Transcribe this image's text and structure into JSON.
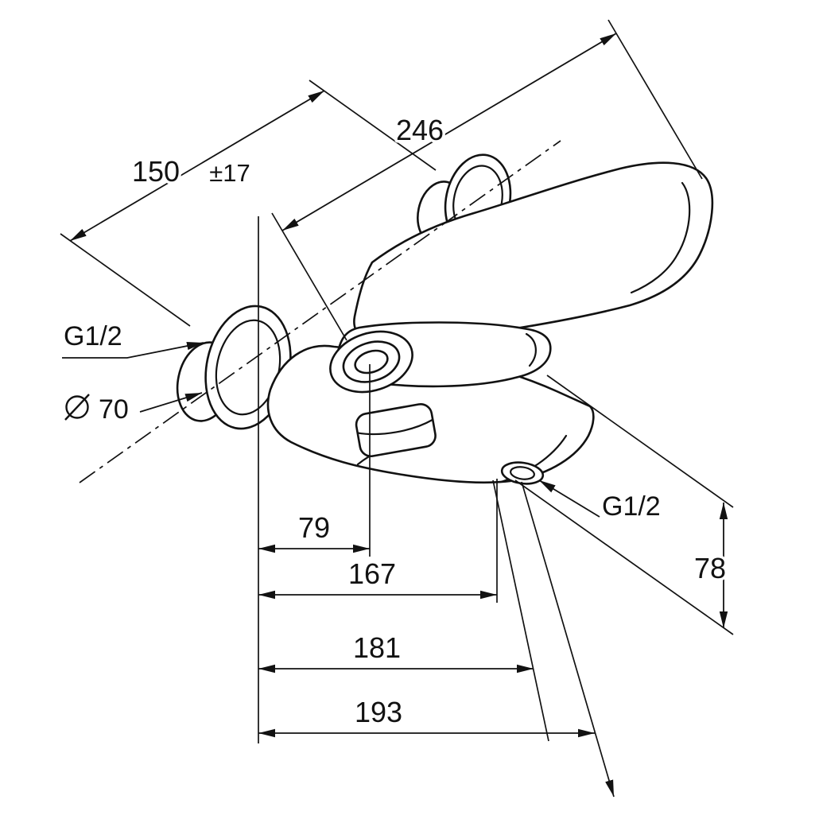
{
  "meta": {
    "type": "technical-dimension-drawing",
    "subject": "wall-mounted single-lever bath and shower mixer",
    "background_color": "#ffffff",
    "line_color": "#121212"
  },
  "dimensions": {
    "overall_length": {
      "value": "246"
    },
    "connection_distance": {
      "value": "150",
      "tolerance": "±17"
    },
    "wall_thread": {
      "value": "G1/2"
    },
    "escutcheon_diameter": {
      "symbol": "⌀",
      "value": "70"
    },
    "depth_cartridge": {
      "value": "79"
    },
    "depth_body": {
      "value": "167"
    },
    "depth_outlet": {
      "value": "181"
    },
    "depth_overall": {
      "value": "193"
    },
    "height": {
      "value": "78"
    },
    "outlet_thread": {
      "value": "G1/2"
    }
  }
}
